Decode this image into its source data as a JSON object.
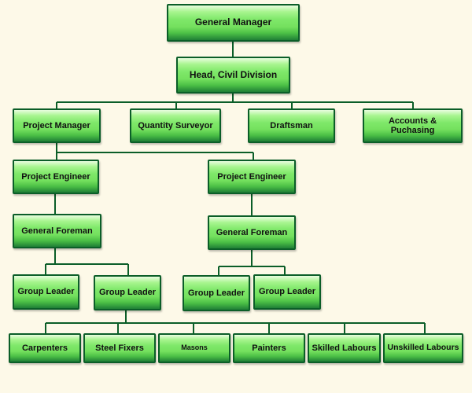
{
  "org": {
    "general_manager": "General Manager",
    "head_civil": "Head, Civil Division",
    "project_manager": "Project Manager",
    "quantity_surveyor": "Quantity Surveyor",
    "draftsman": "Draftsman",
    "accounts": "Accounts & Puchasing",
    "project_engineer_1": "Project Engineer",
    "project_engineer_2": "Project Engineer",
    "general_foreman_1": "General Foreman",
    "general_foreman_2": "General Foreman",
    "group_leader_1": "Group Leader",
    "group_leader_2": "Group Leader",
    "group_leader_3": "Group Leader",
    "group_leader_4": "Group Leader",
    "carpenters": "Carpenters",
    "steel_fixers": "Steel Fixers",
    "masons": "Masons",
    "painters": "Painters",
    "skilled_labours": "Skilled Labours",
    "unskilled_labours": "Unskilled Labours"
  },
  "colors": {
    "background": "#fdf9e8",
    "box_green": "#74e05e",
    "box_border": "#0b5e28",
    "connector": "#0b5e28"
  }
}
